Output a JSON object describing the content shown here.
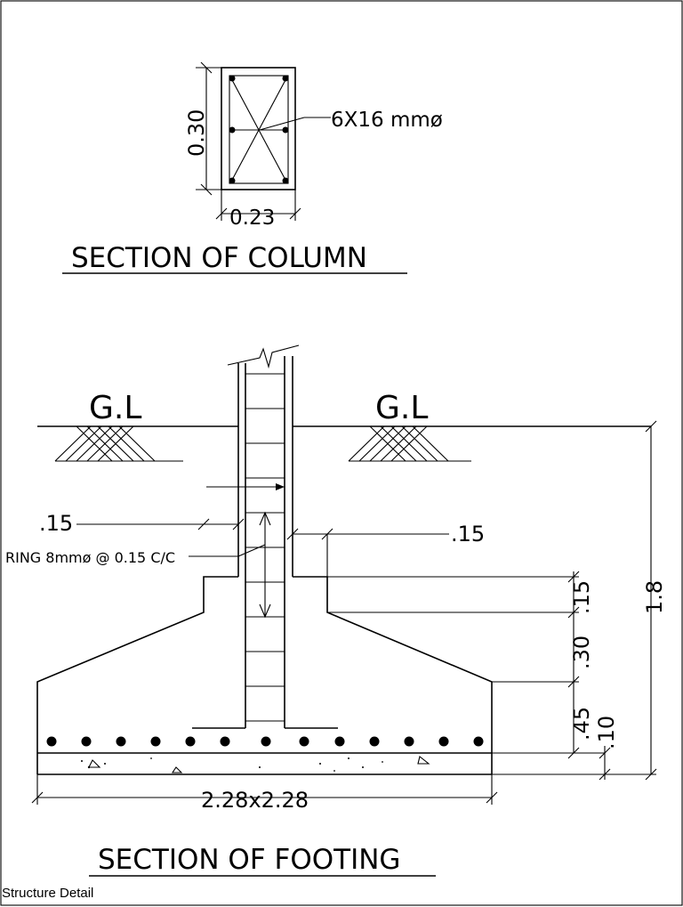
{
  "column": {
    "title": "SECTION OF COLUMN",
    "depth": "0.30",
    "width": "0.23",
    "bars": "6X16 mmø"
  },
  "footing": {
    "title": "SECTION OF FOOTING",
    "gl_left": "G.L",
    "gl_right": "G.L",
    "dim_left_15": ".15",
    "ring": "RING 8mmø @ 0.15 C/C",
    "dim_right_15": ".15",
    "dim_v_15": ".15",
    "dim_v_30": ".30",
    "dim_v_45": ".45",
    "dim_v_10": ".10",
    "depth_total": "1.8",
    "size": "2.28x2.28"
  },
  "caption": "Structure Detail"
}
